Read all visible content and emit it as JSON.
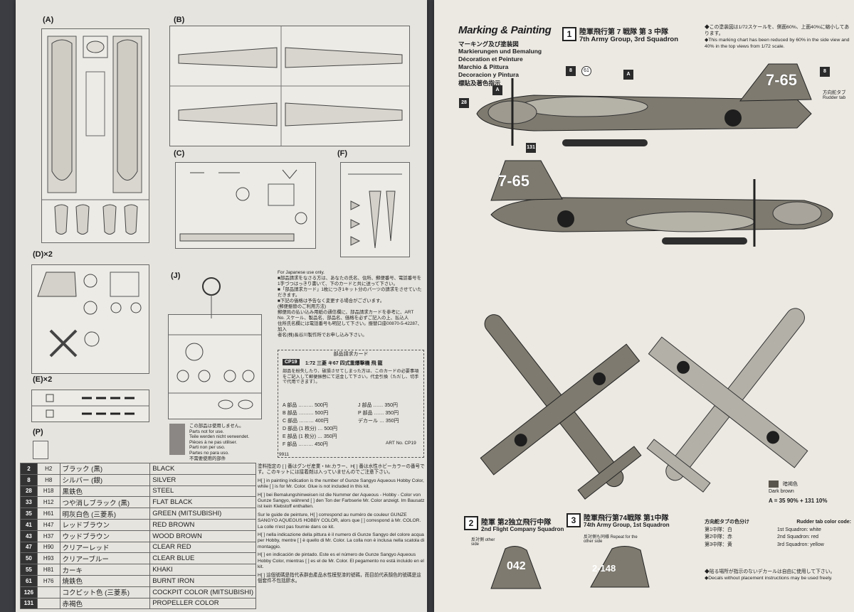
{
  "left": {
    "sections": {
      "a": "(A)",
      "b": "(B)",
      "c": "(C)",
      "f": "(F)",
      "d": "(D)×2",
      "j": "(J)",
      "e": "(E)×2",
      "p": "(P)"
    },
    "order": {
      "intro": "For Japanese use only.",
      "lines": [
        "■部品請求をなさる方は、あなたの氏名、住所、郵便番号、電話番号を",
        "1字づつはっきり書いて、下のカードと共に送って下さい。",
        "■「部品請求カード」1枚につき1キット分のパーツの請求をさせていただきます。",
        "■下記の価格は予告なく変更する場合がございます。",
        "(郵便振替のご利用方法)",
        "郵便局の払い込み用紙の通信欄に、部品請求カードを参考に、ART",
        "No. スケール、製品名、部品名、価格を必ずご記入の上、払込人",
        "住所氏名欄には電話番号も明記して下さい。振替口座00870-5-42287、加入",
        "者名(株)長谷川製作所でお申し込み下さい。"
      ],
      "card_title": "部品請求カード",
      "card_code": "CP19",
      "card_product": "1:72 三菱 キ67 四式重爆撃機 飛 龍",
      "card_note": "部品を紛失したり、破損させてしまった方は、このカードの必要事項をご記入して郵便振替にて送金して下さい。代金引換（ただし、切手で代用できます）。",
      "prices": [
        {
          "name": "A 部品",
          "price": "500円"
        },
        {
          "name": "B 部品",
          "price": "500円"
        },
        {
          "name": "C 部品",
          "price": "400円"
        },
        {
          "name": "D 部品 (1 枚分)",
          "price": "500円"
        },
        {
          "name": "E 部品 (1 枚分)",
          "price": "350円"
        },
        {
          "name": "F 部品",
          "price": "450円"
        }
      ],
      "prices_right": [
        {
          "name": "J 部品",
          "price": "350円"
        },
        {
          "name": "P 部品",
          "price": "350円"
        },
        {
          "name": "デカール",
          "price": "350円"
        }
      ],
      "code_left": "9911",
      "art_no": "ART No. CP19"
    },
    "unused_legend": [
      "この部品は使用しません。",
      "Parts not for use.",
      "Teile werden nicht verwendet.",
      "Pièces à ne pas utiliser.",
      "Parti non per uso.",
      "Partes no para uso.",
      "不需要使用的部件"
    ],
    "paint_table": [
      {
        "num": "2",
        "code": "H2",
        "jp": "ブラック (黒)",
        "en": "BLACK"
      },
      {
        "num": "8",
        "code": "H8",
        "jp": "シルバー (銀)",
        "en": "SILVER"
      },
      {
        "num": "28",
        "code": "H18",
        "jp": "黒鉄色",
        "en": "STEEL"
      },
      {
        "num": "33",
        "code": "H12",
        "jp": "つや消しブラック (黒)",
        "en": "FLAT BLACK"
      },
      {
        "num": "35",
        "code": "H61",
        "jp": "明灰白色 (三菱系)",
        "en": "GREEN (MITSUBISHI)"
      },
      {
        "num": "41",
        "code": "H47",
        "jp": "レッドブラウン",
        "en": "RED BROWN"
      },
      {
        "num": "43",
        "code": "H37",
        "jp": "ウッドブラウン",
        "en": "WOOD BROWN"
      },
      {
        "num": "47",
        "code": "H90",
        "jp": "クリアーレッド",
        "en": "CLEAR RED"
      },
      {
        "num": "50",
        "code": "H93",
        "jp": "クリアーブルー",
        "en": "CLEAR BLUE"
      },
      {
        "num": "55",
        "code": "H81",
        "jp": "カーキ",
        "en": "KHAKI"
      },
      {
        "num": "61",
        "code": "H76",
        "jp": "焼鉄色",
        "en": "BURNT IRON"
      },
      {
        "num": "126",
        "code": "",
        "jp": "コクピット色 (三菱系)",
        "en": "COCKPIT COLOR (MITSUBISHI)"
      },
      {
        "num": "131",
        "code": "",
        "jp": "赤褐色",
        "en": "PROPELLER COLOR"
      }
    ],
    "paint_notes": [
      "塗料指定の [ ] 番はグンゼ産業・Mr.カラー、H[ ] 番は水性ホビーカラーの番号です。このキットには接着剤は入っていませんのでご注意下さい。",
      "H[ ] in painting indication is the number of Gunze Sangyo Aqueous Hobby Color, while [ ] is for Mr. Color. Glue is not included in this kit.",
      "H[ ] bei Bemalungshinweisen ist die Nummer der Aqueous - Hobby - Color von Gunze Sangyo, während [ ] den Ton der Farbserie Mr. Color anzeigt. Im Bausatz ist kein Klebstoff enthalten.",
      "Sur le guide de peinture, H[ ] correspond au numéro de couleur GUNZE SANGYO AQUEOUS HOBBY COLOR, alors que [ ] correspond à Mr. COLOR. La colle n'est pas fournie dans ce kit.",
      "H[ ] nella indicazione della pittura è il numero di Gunze Sangyo del colore acqua per Hobby, mentre [ ] è quello di Mr. Color. La colla non è inclusa nella scatola di montaggio.",
      "H[ ] en indicación de pintado. Este es el número de Gunze Sangyo Aqueous Hobby Color, mientras [ ] es el de Mr. Color. El pegamento no está incluido en el kit.",
      "H[ ] 這個號碼是指代表群由產品水性模型漆的號碼，而目前代表顏色的號碼是這個套件不包括膠水。"
    ]
  },
  "right": {
    "title": "Marking & Painting",
    "languages": [
      "マーキング及び塗装図",
      "Markierungen und Bemalung",
      "Décoration et Peinture",
      "Marchio & Pittura",
      "Decoracion y Pintura",
      "標貼及著色指示"
    ],
    "scheme1": {
      "num": "1",
      "jp": "陸軍飛行第 7 戦隊 第 3 中隊",
      "en": "7th Army Group, 3rd Squadron"
    },
    "scheme2": {
      "num": "2",
      "jp": "陸軍 第2独立飛行中隊",
      "en": "2nd Flight Company Squadron"
    },
    "scheme3": {
      "num": "3",
      "jp": "陸軍飛行第74戦隊 第1中隊",
      "en": "74th Army Group, 1st Squadron"
    },
    "scale_note_jp": "◆この塗装図は1/72スケールを、側面60%、上面40%に縮小してあります。",
    "scale_note_en": "◆This marking chart has been reduced by 60% in the side view and 40% in the top views from 1/72 scale.",
    "tail_code": "7-65",
    "rudder_tab": "方向舵タブ Rudder tab",
    "code_2": "042",
    "code_3": "2-148",
    "other_side_2": "反対側 other side",
    "other_side_3": "反対側も同様 Repeat for the other side",
    "dark_brown_jp": "暗褐色",
    "dark_brown_en": "Dark brown",
    "mix": "A = 35 90% + 131 10%",
    "rudder_jp_title": "方向舵タブの色分け",
    "rudder_en_title": "Rudder tab color code:",
    "rudder_rows": [
      {
        "jp": "第1中隊：白",
        "en": "1st Squadron: white"
      },
      {
        "jp": "第2中隊：赤",
        "en": "2nd Squadron: red"
      },
      {
        "jp": "第3中隊：黄",
        "en": "3rd Squadron: yellow"
      }
    ],
    "decal_note_jp": "◆貼る場所が指示のないデカールは自由に使用して下さい。",
    "decal_note_en": "◆Decals without placement instructions may be used freely."
  }
}
